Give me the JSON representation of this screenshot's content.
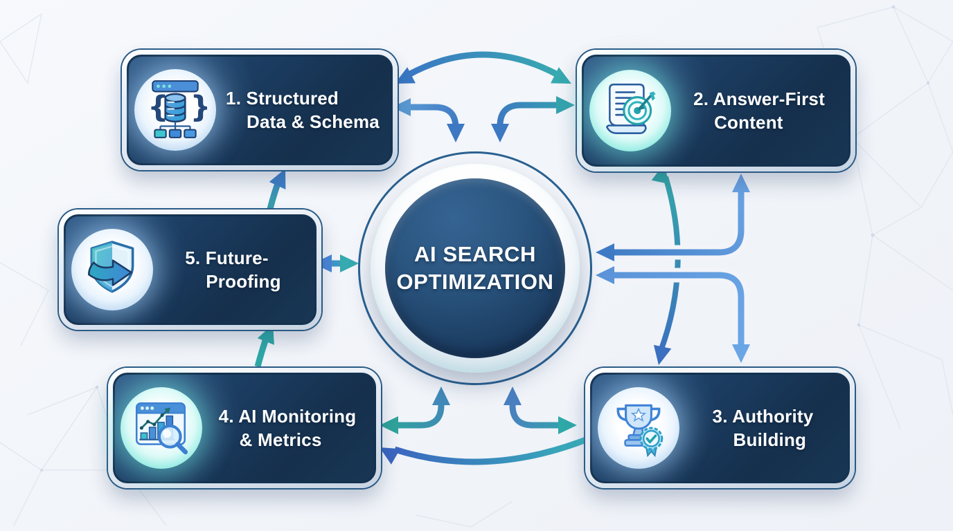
{
  "title": "AI Search Optimization cycle diagram",
  "center": {
    "line1": "AI SEARCH",
    "line2": "OPTIMIZATION"
  },
  "nodes": [
    {
      "id": "1",
      "line1": "1. Structured",
      "line2": "Data & Schema",
      "icon": "database-schema-icon",
      "glow": "blue"
    },
    {
      "id": "2",
      "line1": "2. Answer-First",
      "line2": "Content",
      "icon": "document-target-icon",
      "glow": "teal"
    },
    {
      "id": "3",
      "line1": "3. Authority",
      "line2": "Building",
      "icon": "trophy-badge-icon",
      "glow": "blue"
    },
    {
      "id": "4",
      "line1": "4. AI Monitoring",
      "line2": "& Metrics",
      "icon": "analytics-magnifier-icon",
      "glow": "teal"
    },
    {
      "id": "5",
      "line1": "5. Future-",
      "line2": "Proofing",
      "icon": "shield-arrow-icon",
      "glow": "blue"
    }
  ],
  "edges": [
    {
      "from": "1",
      "to": "2",
      "style": "arc-top",
      "heads": "both"
    },
    {
      "from": "1",
      "to": "center",
      "style": "elbow",
      "heads": "both"
    },
    {
      "from": "center",
      "to": "2",
      "style": "elbow",
      "heads": "both"
    },
    {
      "from": "2",
      "to": "3",
      "style": "arc-right",
      "heads": "both"
    },
    {
      "from": "2",
      "to": "center",
      "style": "elbow",
      "heads": "both"
    },
    {
      "from": "center",
      "to": "3",
      "style": "elbow-right",
      "heads": "both"
    },
    {
      "from": "4",
      "to": "center",
      "style": "elbow",
      "heads": "both"
    },
    {
      "from": "center",
      "to": "3",
      "style": "elbow-bottom",
      "heads": "both"
    },
    {
      "from": "3",
      "to": "4",
      "style": "arc-bottom",
      "heads": "end"
    },
    {
      "from": "5",
      "to": "center",
      "style": "straight",
      "heads": "both"
    },
    {
      "from": "5",
      "to": "1",
      "style": "arc",
      "heads": "end"
    },
    {
      "from": "4",
      "to": "5",
      "style": "arc",
      "heads": "end"
    }
  ],
  "colors": {
    "background": "#f3f5f9",
    "panel_navy": "#16334f",
    "panel_border_silver": "#dde6f0",
    "panel_outline_navy": "#1c4266",
    "arrow_blue": "#3f7bc4",
    "arrow_teal": "#35a8ad",
    "text_white": "#ffffff",
    "center_ring_blue": "#2a6191"
  },
  "background_pattern": "polygonal-mesh"
}
